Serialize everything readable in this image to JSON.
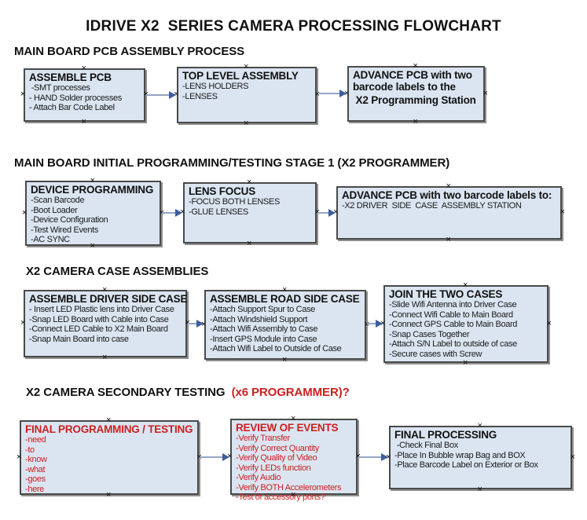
{
  "title": "IDRIVE X2  SERIES CAMERA PROCESSING FLOWCHART",
  "colors": {
    "box_fill": "#dbe5f1",
    "box_border": "#4a4a4a",
    "red_text": "#cc1f1f",
    "arrow_line": "#96a5c4",
    "arrow_head": "#3c5d9e"
  },
  "sections": [
    {
      "heading": "MAIN BOARD PCB ASSEMBLY PROCESS",
      "boxes": [
        {
          "title": "ASSEMBLE PCB",
          "items": [
            " -SMT processes",
            "- HAND Solder processes",
            "- Attach Bar Code Label"
          ]
        },
        {
          "title": "TOP LEVEL ASSEMBLY",
          "items": [
            "-LENS HOLDERS",
            "-LENSES"
          ]
        },
        {
          "title": "ADVANCE PCB with two barcode labels to the",
          "items": [
            " X2 Programming Station"
          ]
        }
      ]
    },
    {
      "heading": "MAIN BOARD INITIAL PROGRAMMING/TESTING STAGE 1 (X2 PROGRAMMER)",
      "boxes": [
        {
          "title": "DEVICE PROGRAMMING",
          "items": [
            "-Scan Barcode",
            "-Boot Loader",
            "-Device Configuration",
            "-Test Wired Events",
            "-AC SYNC"
          ]
        },
        {
          "title": "LENS FOCUS",
          "items": [
            "-FOCUS BOTH LENSES",
            "-GLUE LENSES"
          ]
        },
        {
          "title": "ADVANCE PCB with two barcode labels to:",
          "items": [
            "-X2 DRIVER  SIDE  CASE  ASSEMBLY STATION"
          ]
        }
      ]
    },
    {
      "heading": "X2 CAMERA CASE ASSEMBLIES",
      "boxes": [
        {
          "title": "ASSEMBLE DRIVER SIDE CASE",
          "items": [
            "- Insert LED Plastic lens into Driver Case",
            "-Snap LED Board with Cable into Case",
            "-Connect LED Cable to X2 Main Board",
            "-Snap Main Board into case"
          ]
        },
        {
          "title": "ASSEMBLE ROAD SIDE CASE",
          "items": [
            "-Attach Support Spur to Case",
            "-Attach Windshield Support",
            "-Attach Wifi Assembly to Case",
            "-Insert GPS Module into Case",
            "-Attach Wifi Label to Outside of Case"
          ]
        },
        {
          "title": "JOIN THE TWO CASES",
          "items": [
            "-Slide Wifi Antenna into Driver Case",
            "-Connect Wifi Cable to Main Board",
            "-Connect GPS Cable to Main Board",
            "-Snap Cases Together",
            "-Attach S/N Label to outside of case",
            "-Secure cases with Screw"
          ]
        }
      ]
    },
    {
      "heading": "X2 CAMERA SECONDARY TESTING  ",
      "heading_red": "(x6 PROGRAMMER)?",
      "boxes": [
        {
          "title": "FINAL PROGRAMMING / TESTING",
          "items": [
            "-need",
            "-to",
            "-know",
            "-what",
            "-goes",
            "-here"
          ]
        },
        {
          "title": "REVIEW OF EVENTS",
          "items": [
            "-Verify Transfer",
            "-Verify Correct Quantity",
            "-Verify Quality of Video",
            "-Verify LEDs function",
            "-Verify Audio",
            "-Verify BOTH Accelerometers",
            "-Test of accessory ports?"
          ]
        },
        {
          "title": "FINAL PROCESSING",
          "items": [
            " -Check Final Box",
            "-Place In Bubble wrap Bag and BOX",
            "-Place Barcode Label on Exterior or Box"
          ]
        }
      ]
    }
  ]
}
